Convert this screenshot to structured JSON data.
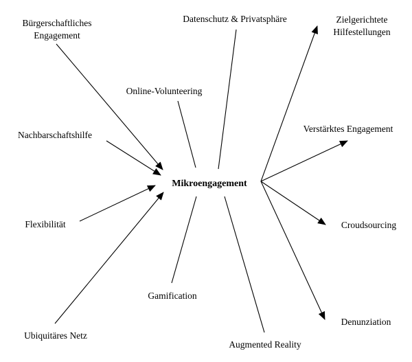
{
  "diagram": {
    "center": {
      "label": "Mikroengagement"
    },
    "nodes": [
      {
        "id": "buergerschaft",
        "lines": [
          "Bürgerschaftliches",
          "Engagement"
        ],
        "arrow": "to-center"
      },
      {
        "id": "datenschutz",
        "lines": [
          "Datenschutz & Privatsphäre"
        ],
        "arrow": "none"
      },
      {
        "id": "zielgerichtete",
        "lines": [
          "Zielgerichtete",
          "Hilfestellungen"
        ],
        "arrow": "from-center"
      },
      {
        "id": "online-volunteering",
        "lines": [
          "Online-Volunteering"
        ],
        "arrow": "none"
      },
      {
        "id": "nachbarschaftshilfe",
        "lines": [
          "Nachbarschaftshilfe"
        ],
        "arrow": "to-center"
      },
      {
        "id": "verstaerktes",
        "lines": [
          "Verstärktes Engagement"
        ],
        "arrow": "from-center"
      },
      {
        "id": "flexibilitaet",
        "lines": [
          "Flexibilität"
        ],
        "arrow": "to-center"
      },
      {
        "id": "crowdsourcing",
        "lines": [
          "Croudsourcing"
        ],
        "arrow": "from-center"
      },
      {
        "id": "gamification",
        "lines": [
          "Gamification"
        ],
        "arrow": "none"
      },
      {
        "id": "ubiquitaeres",
        "lines": [
          "Ubiquitäres Netz"
        ],
        "arrow": "to-center"
      },
      {
        "id": "denunziation",
        "lines": [
          "Denunziation"
        ],
        "arrow": "from-center"
      },
      {
        "id": "augmented",
        "lines": [
          "Augmented Reality"
        ],
        "arrow": "none"
      }
    ]
  }
}
